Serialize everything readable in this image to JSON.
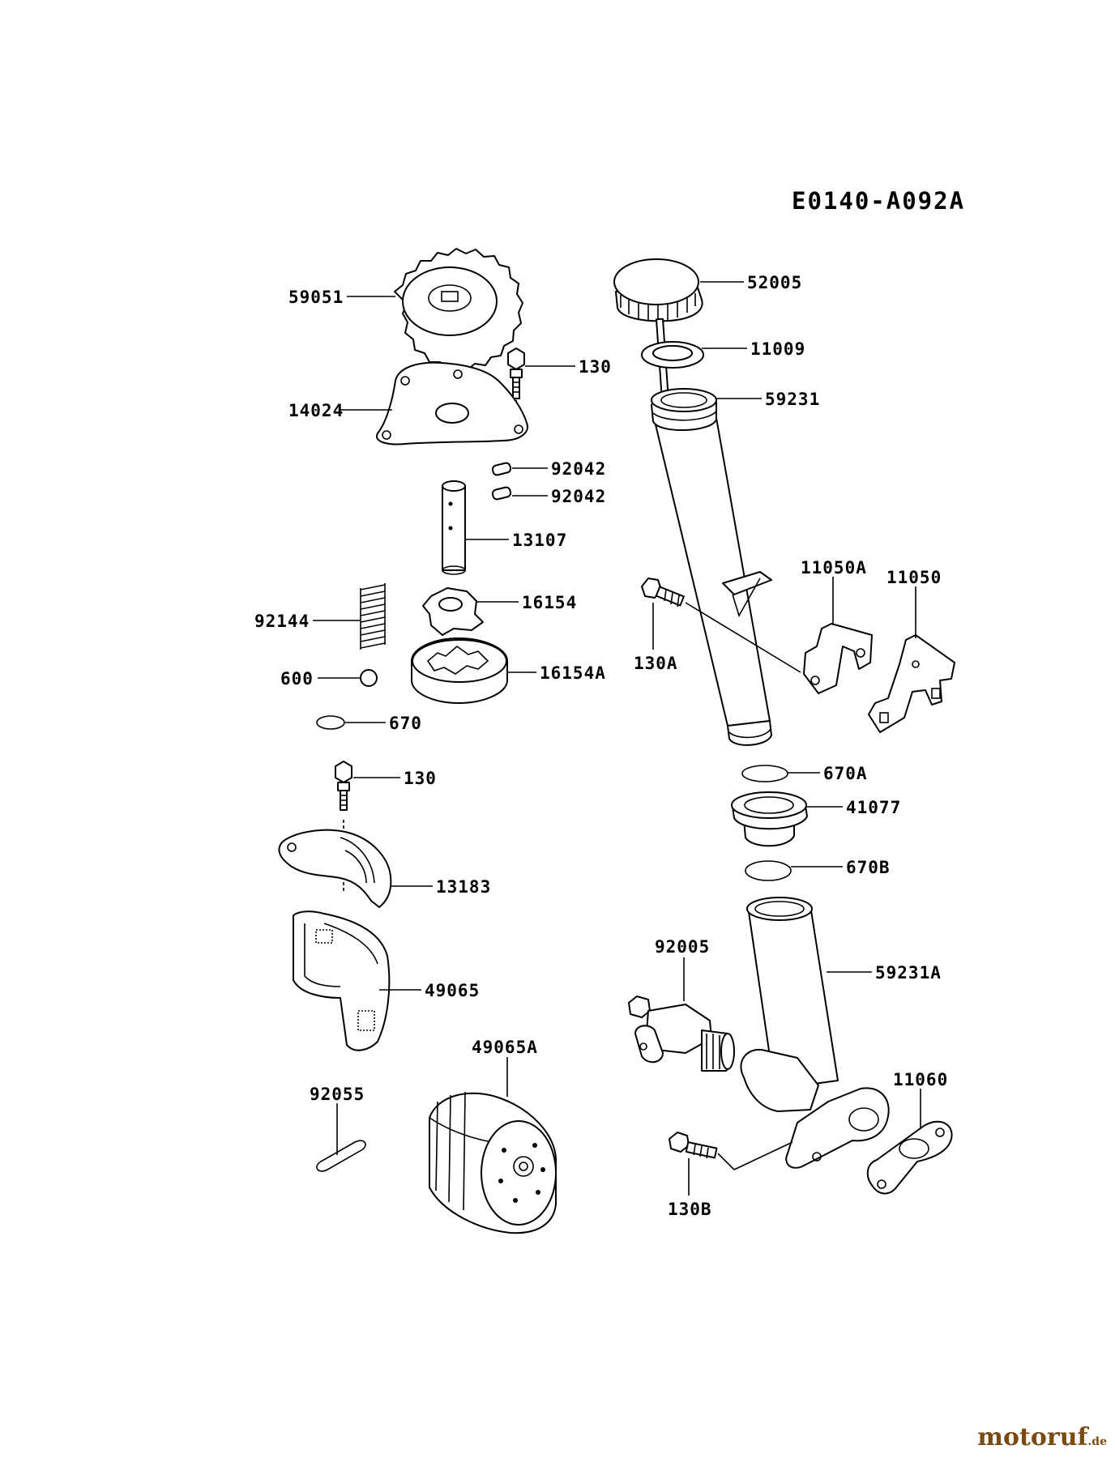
{
  "diagram": {
    "code": "E0140-A092A",
    "labels": {
      "p59051": "59051",
      "p130_top": "130",
      "p14024": "14024",
      "p92042_a": "92042",
      "p92042_b": "92042",
      "p13107": "13107",
      "p92144": "92144",
      "p16154": "16154",
      "p600": "600",
      "p16154A": "16154A",
      "p670": "670",
      "p130_mid": "130",
      "p13183": "13183",
      "p49065": "49065",
      "p92055": "92055",
      "p49065A": "49065A",
      "p52005": "52005",
      "p11009": "11009",
      "p59231": "59231",
      "p11050A": "11050A",
      "p11050": "11050",
      "p130A": "130A",
      "p670A": "670A",
      "p41077": "41077",
      "p670B": "670B",
      "p92005": "92005",
      "p59231A": "59231A",
      "p11060": "11060",
      "p130B": "130B"
    }
  },
  "watermark": {
    "text": "motoruf",
    "suffix": ".de"
  }
}
